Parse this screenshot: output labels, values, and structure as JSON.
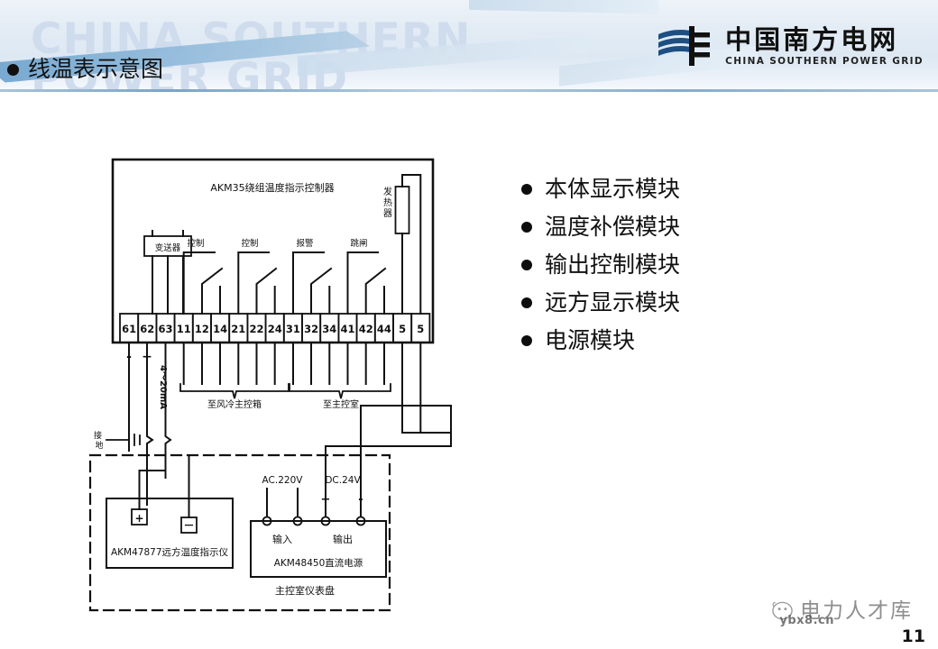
{
  "slide": {
    "title": "线温表示意图",
    "page_number": "11",
    "header_watermark_lines": [
      "CHINA SOUTHERN",
      "POWER GRID"
    ]
  },
  "logo": {
    "cn_name": "中国南方电网",
    "en_name": "CHINA SOUTHERN POWER GRID",
    "mark_color": "#1d4f83",
    "mark_dark": "#111111"
  },
  "bullets": {
    "items": [
      {
        "label": "本体显示模块"
      },
      {
        "label": "温度补偿模块"
      },
      {
        "label": "输出控制模块"
      },
      {
        "label": "远方显示模块"
      },
      {
        "label": "电源模块"
      }
    ]
  },
  "diagram": {
    "controller_title": "AKM35绕组温度指示控制器",
    "heater_label": "发热器",
    "transmitter_label": "变送器",
    "relays": [
      {
        "label": "控制",
        "terminals": [
          "11",
          "12",
          "14"
        ]
      },
      {
        "label": "控制",
        "terminals": [
          "21",
          "22",
          "24"
        ]
      },
      {
        "label": "报警",
        "terminals": [
          "31",
          "32",
          "34"
        ]
      },
      {
        "label": "跳闸",
        "terminals": [
          "41",
          "42",
          "44"
        ]
      }
    ],
    "terminals": [
      "61",
      "62",
      "63",
      "11",
      "12",
      "14",
      "21",
      "22",
      "24",
      "31",
      "32",
      "34",
      "41",
      "42",
      "44",
      "5",
      "5"
    ],
    "signal_minus": "-",
    "signal_plus": "+",
    "signal_range": "4～20mA",
    "brace_left_label": "至风冷主控箱",
    "brace_right_label": "至主控室",
    "ground_label": "接地",
    "panel_label": "主控室仪表盘",
    "remote_meter": {
      "name": "AKM47877远方温度指示仪",
      "plus": "+",
      "minus": "－"
    },
    "power_supply": {
      "name": "AKM48450直流电源",
      "input_label": "输入",
      "output_label": "输出",
      "ac_label": "AC.220V",
      "dc_label": "DC.24V",
      "dc_plus": "+",
      "dc_minus": "-"
    }
  },
  "footer": {
    "brand": "电力人才库",
    "url": "ybx8.cn"
  }
}
